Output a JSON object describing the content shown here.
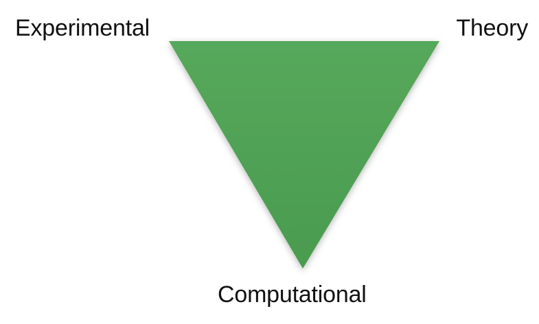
{
  "diagram": {
    "labels": {
      "experimental": "Experimental",
      "theory": "Theory",
      "computational": "Computational"
    },
    "colors": {
      "triangle_fill": "#4a9b4f",
      "triangle_fill_light": "#56a85b",
      "label_text": "#111111",
      "background": "#ffffff"
    }
  }
}
